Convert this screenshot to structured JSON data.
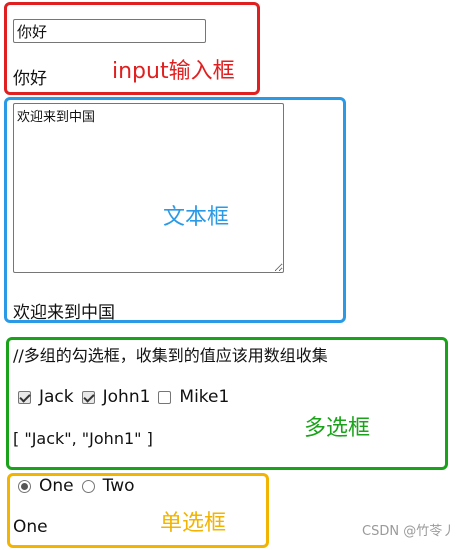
{
  "input_section": {
    "input_value": "你好",
    "output_text": "你好",
    "label": "input输入框"
  },
  "textarea_section": {
    "textarea_value": "欢迎来到中国",
    "output_text": "欢迎来到中国",
    "label": "文本框"
  },
  "checkbox_section": {
    "comment": "//多组的勾选框，收集到的值应该用数组收集",
    "options": [
      {
        "label": "Jack",
        "checked": true
      },
      {
        "label": "John1",
        "checked": true
      },
      {
        "label": "Mike1",
        "checked": false
      }
    ],
    "output_text": "[ \"Jack\", \"John1\" ]",
    "label": "多选框"
  },
  "radio_section": {
    "options": [
      {
        "label": "One",
        "checked": true
      },
      {
        "label": "Two",
        "checked": false
      }
    ],
    "output_text": "One",
    "label": "单选框"
  },
  "watermark": "CSDN @竹苓丿",
  "colors": {
    "red": "#e02020",
    "blue": "#2b9ae6",
    "green": "#1aa31a",
    "yellow": "#f2b400"
  }
}
